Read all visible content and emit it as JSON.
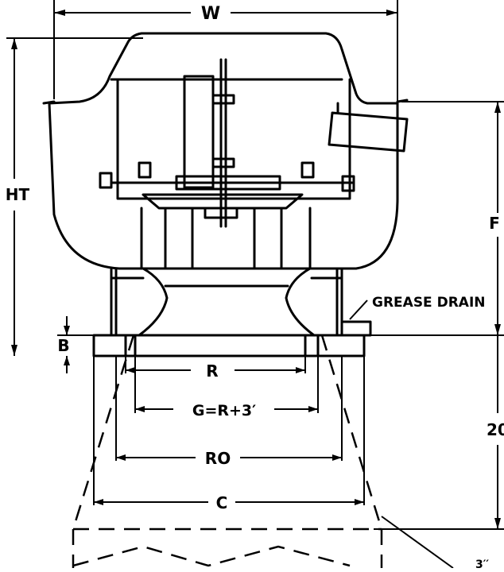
{
  "labels": {
    "W": "W",
    "HT": "HT",
    "F": "F",
    "B": "B",
    "R": "R",
    "G": "G=R+3′",
    "RO": "RO",
    "C": "C",
    "twenty": "20",
    "grease_drain": "GREASE DRAIN",
    "corner": "3′′"
  }
}
